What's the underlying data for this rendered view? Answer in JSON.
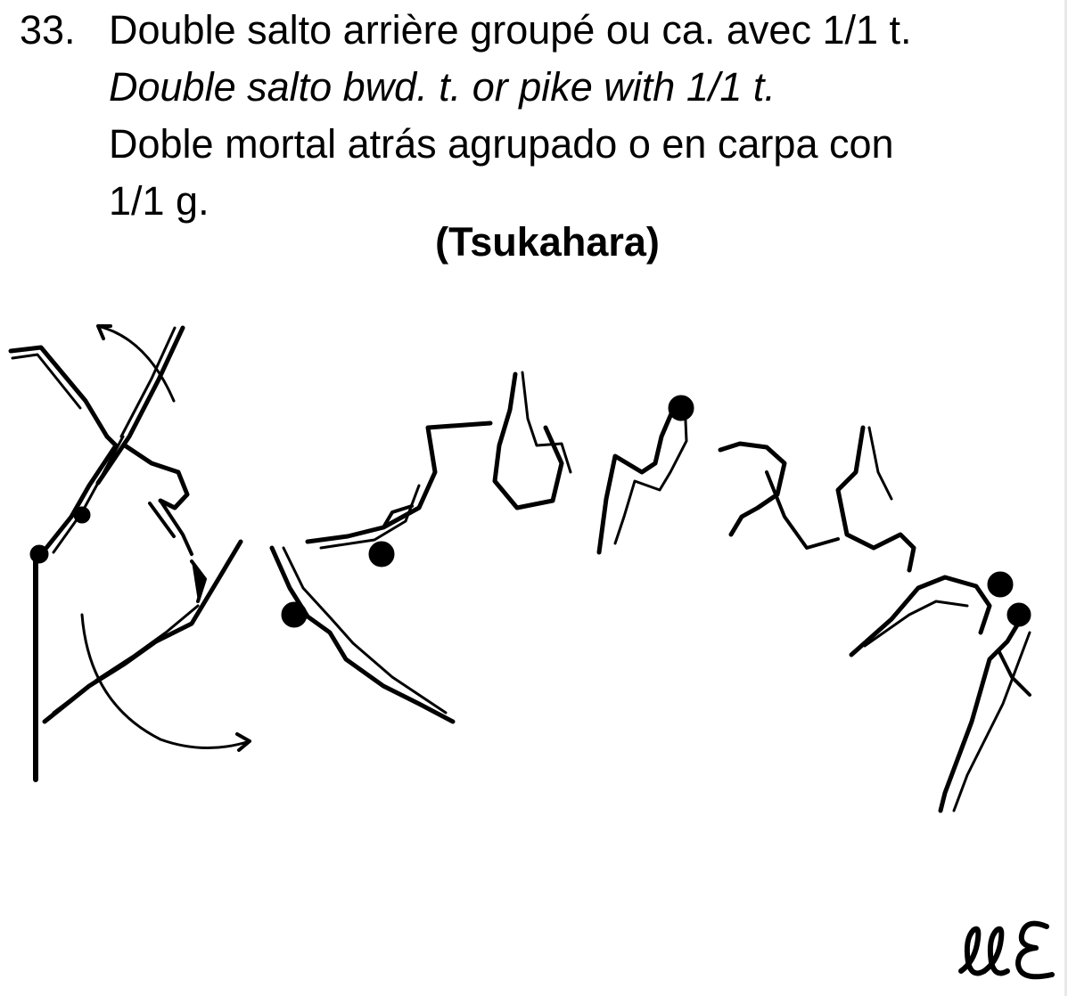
{
  "element": {
    "number": "33.",
    "description_fr": "Double salto arrière groupé ou ca. avec 1/1 t.",
    "description_en": "Double salto bwd. t. or pike with 1/1 t.",
    "description_es_line1": "Doble mortal atrás agrupado o en carpa con",
    "description_es_line2": "1/1 g.",
    "name": "(Tsukahara)"
  },
  "figure": {
    "icon": "gymnast-sequence-illustration",
    "ink_color": "#000000"
  },
  "signature": {
    "icon": "handwritten-initials-mark"
  }
}
